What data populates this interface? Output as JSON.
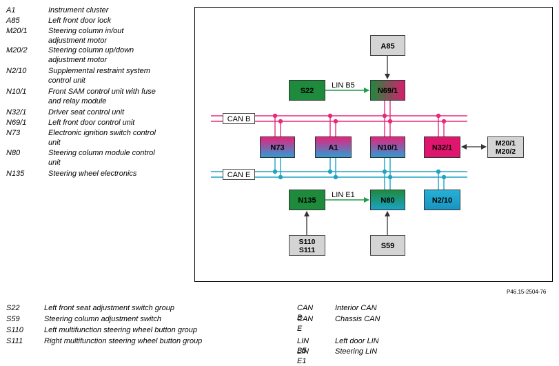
{
  "legend_top": [
    {
      "code": "A1",
      "desc": "Instrument cluster"
    },
    {
      "code": "A85",
      "desc": "Left front door lock"
    },
    {
      "code": "M20/1",
      "desc": "Steering column in/out\nadjustment motor"
    },
    {
      "code": "M20/2",
      "desc": "Steering column up/down\nadjustment motor"
    },
    {
      "code": "N2/10",
      "desc": "Supplemental restraint system\ncontrol unit"
    },
    {
      "code": "N10/1",
      "desc": "Front SAM control unit with fuse\nand relay module"
    },
    {
      "code": "N32/1",
      "desc": "Driver seat control unit"
    },
    {
      "code": "N69/1",
      "desc": "Left front door control unit"
    },
    {
      "code": "N73",
      "desc": "Electronic ignition switch control\nunit"
    },
    {
      "code": "N80",
      "desc": "Steering column module control\nunit"
    },
    {
      "code": "N135",
      "desc": "Steering wheel electronics"
    }
  ],
  "legend_bottom_left": [
    {
      "code": "S22",
      "desc": "Left front seat adjustment switch group"
    },
    {
      "code": "S59",
      "desc": "Steering column adjustment switch"
    },
    {
      "code": "S110",
      "desc": "Left multifunction steering wheel button group"
    },
    {
      "code": "S111",
      "desc": "Right multifunction steering wheel button group"
    }
  ],
  "legend_bottom_right": [
    {
      "code": "CAN B",
      "desc": "Interior CAN"
    },
    {
      "code": "CAN E",
      "desc": "Chassis CAN"
    },
    {
      "code": "LIN B5",
      "desc": "Left door LIN"
    },
    {
      "code": "LIN E1",
      "desc": "Steering LIN"
    }
  ],
  "figure_ref": "P46.15-2504-76",
  "diagram": {
    "bus_labels": {
      "can_b": "CAN B",
      "can_e": "CAN E",
      "lin_b5": "LIN B5",
      "lin_e1": "LIN E1"
    },
    "nodes": {
      "A85": "A85",
      "S22": "S22",
      "N69_1": "N69/1",
      "N73": "N73",
      "A1": "A1",
      "N10_1": "N10/1",
      "N32_1": "N32/1",
      "M20": [
        "M20/1",
        "M20/2"
      ],
      "N135": "N135",
      "N80": "N80",
      "N2_10": "N2/10",
      "S110_S111": [
        "S110",
        "S111"
      ],
      "S59": "S59"
    },
    "colors": {
      "can_b": "#e8287a",
      "can_e": "#1fa3c2",
      "green": "#1e8a3c",
      "magenta": "#e0156e",
      "gray": "#d4d4d4",
      "lin": "#1e9a4a"
    }
  }
}
